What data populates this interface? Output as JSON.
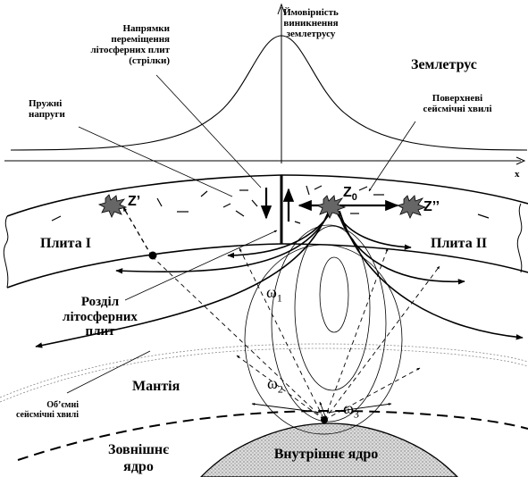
{
  "labels": {
    "probability": "Ймовірність\nвиникнення\nземлетрусу",
    "directions": "Напрямки\nпереміщення\nлітосферних плит\n(стрілки)",
    "earthquake": "Землетрус",
    "elastic": "Пружні\nнапруги",
    "surface_waves": "Поверхневі\nсейсмічні хвилі",
    "x_axis": "x",
    "z_prime": "Z’",
    "z0": "Z",
    "z0_sub": "0",
    "z_double": "Z’’",
    "plate1": "Плита І",
    "plate2": "Плита ІІ",
    "boundary": "Розділ\nлітосферних\nплит",
    "omega": "ω",
    "omega1_sub": "1",
    "omega2_sub": "2",
    "omega3_sub": "3",
    "mantle": "Мантія",
    "volume_waves": "Об’ємні\nсейсмічні хвилі",
    "outer_core": "Зовнішнє\nядро",
    "inner_core": "Внутрішнє ядро"
  },
  "colors": {
    "ink": "#000000",
    "core_fill": "#c8c8c8",
    "background": "#ffffff"
  }
}
